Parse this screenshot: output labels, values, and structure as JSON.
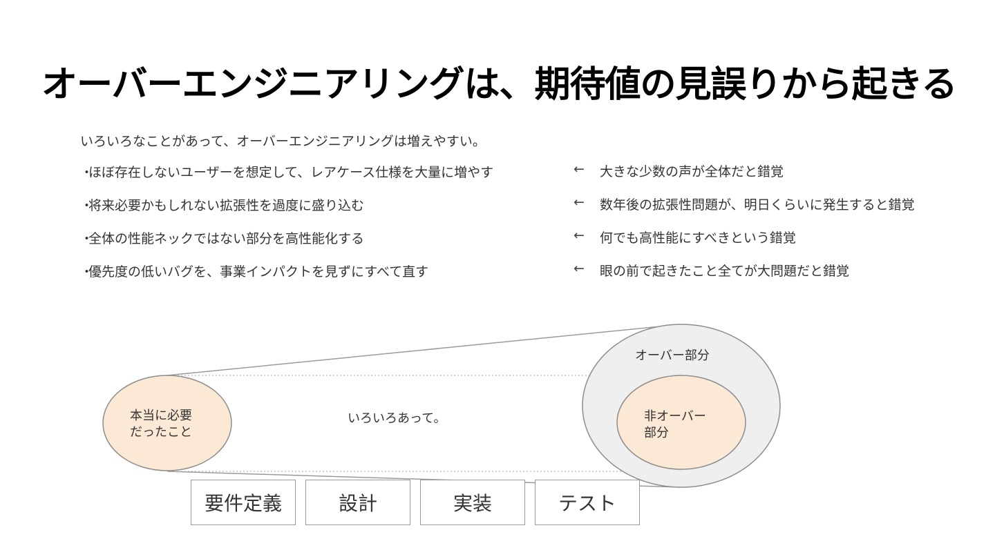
{
  "title": "オーバーエンジニアリングは、期待値の見誤りから起きる",
  "intro": "いろいろなことがあって、オーバーエンジニアリングは増えやすい。",
  "bullet_marker": "・",
  "arrow_glyph": "←",
  "examples": [
    {
      "text": "ほぼ存在しないユーザーを想定して、レアケース仕様を大量に増やす",
      "cause": "大きな少数の声が全体だと錯覚"
    },
    {
      "text": "将来必要かもしれない拡張性を過度に盛り込む",
      "cause": "数年後の拡張性問題が、明日くらいに発生すると錯覚"
    },
    {
      "text": "全体の性能ネックではない部分を高性能化する",
      "cause": "何でも高性能にすべきという錯覚"
    },
    {
      "text": "優先度の低いバグを、事業インパクトを見ずにすべて直す",
      "cause": "眼の前で起きたこと全てが大問題だと錯覚"
    }
  ],
  "diagram": {
    "left_bubble": [
      "本当に必要",
      "だったこと"
    ],
    "middle_label": "いろいろあって。",
    "outer_label": "オーバー部分",
    "inner_bubble": [
      "非オーバー",
      "部分"
    ],
    "stages": [
      "要件定義",
      "設計",
      "実装",
      "テスト"
    ],
    "colors": {
      "bubble_fill": "#fbe8d5",
      "outer_fill": "#efefef",
      "stroke": "#8c8c8c"
    }
  }
}
